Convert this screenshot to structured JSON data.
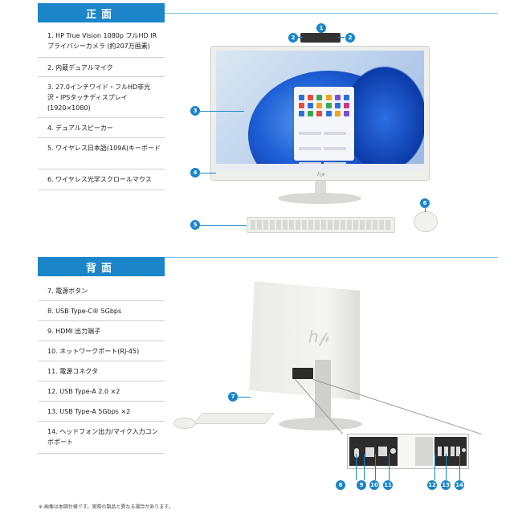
{
  "front": {
    "header": "正面",
    "specs": [
      "1. HP True Vision 1080p フルHD IR プライバシーカメラ (約207万画素)",
      "2. 内蔵デュアルマイク",
      "3. 27.0インチワイド・フルHD非光沢・IPSタッチディスプレイ (1920×1080)",
      "4. デュアルスピーカー",
      "5. ワイヤレス日本語(109A)キーボード",
      "6. ワイヤレス光学スクロールマウス"
    ],
    "badges": [
      "1",
      "2",
      "2",
      "3",
      "4",
      "5",
      "6"
    ]
  },
  "back": {
    "header": "背面",
    "specs": [
      "7. 電源ボタン",
      "8. USB Type-C® 5Gbps",
      "9. HDMI 出力端子",
      "10. ネットワークポート(RJ-45)",
      "11. 電源コネクタ",
      "12. USB Type-A 2.0 ×2",
      "13. USB Type-A 5Gbps ×2",
      "14. ヘッドフォン出力/マイク入力コンボポート"
    ],
    "badges": [
      "7",
      "8",
      "9",
      "10",
      "11",
      "12",
      "13",
      "14"
    ]
  },
  "footnote": "※ 画像は本図仕様です。実際の製品と異なる場合があります。",
  "colors": {
    "accent": "#1a85c8",
    "rule": "#7cc0e8"
  }
}
